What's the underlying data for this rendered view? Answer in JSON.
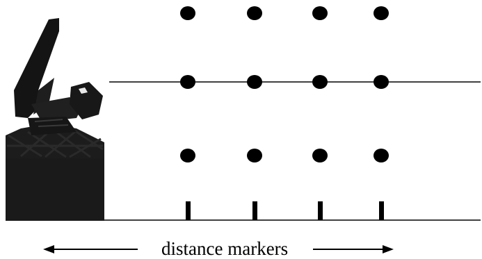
{
  "diagram": {
    "caption": "distance markers",
    "colors": {
      "ink": "#000000",
      "background": "#ffffff",
      "silhouette": "#1a1a1a"
    },
    "picture": "machine-silhouette",
    "dot_rows": 3,
    "dot_columns": 4,
    "marker_count": 4,
    "has_upper_reference_line": true,
    "has_ground_line": true,
    "caption_arrows": [
      "left",
      "right"
    ]
  }
}
